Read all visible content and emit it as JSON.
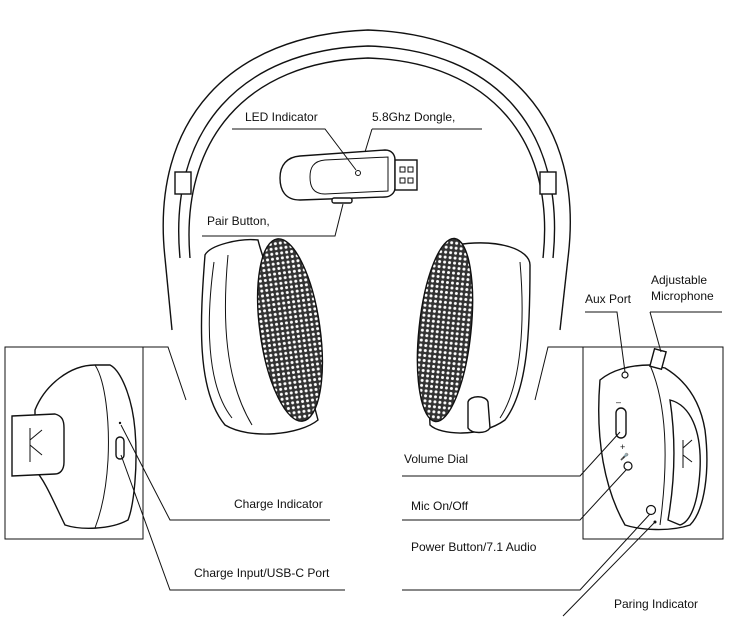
{
  "labels": {
    "led_indicator": "LED Indicator",
    "dongle": "5.8Ghz Dongle,",
    "pair_button": "Pair Button,",
    "aux_port": "Aux Port",
    "adjustable_microphone_line1": "Adjustable",
    "adjustable_microphone_line2": "Microphone",
    "volume_dial": "Volume Dial",
    "mic_on_off": "Mic On/Off",
    "power_button": "Power Button/7.1 Audio",
    "charge_indicator": "Charge Indicator",
    "charge_input": "Charge Input/USB-C Port",
    "paring_indicator": "Paring Indicator"
  },
  "button_marks": {
    "minus": "–",
    "plus": "+",
    "mic": "🎤"
  }
}
